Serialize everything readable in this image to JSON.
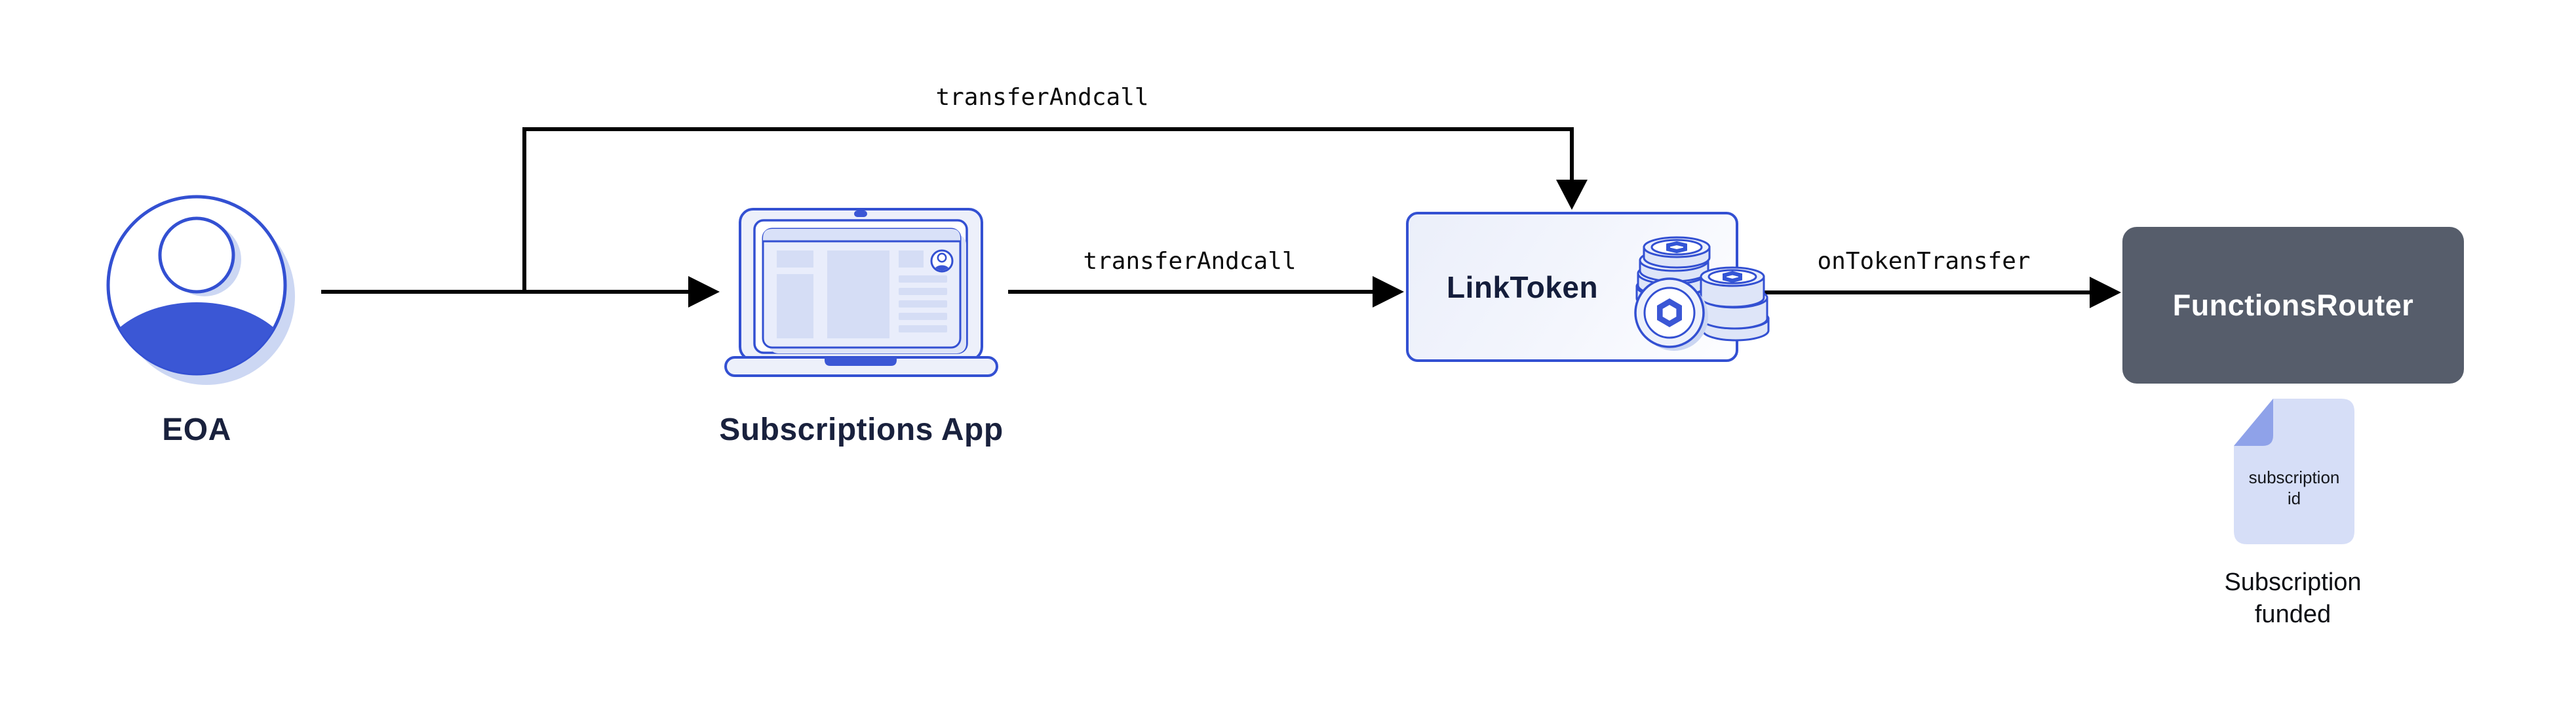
{
  "diagram": {
    "nodes": {
      "eoa": {
        "label": "EOA"
      },
      "subscriptions_app": {
        "label": "Subscriptions App"
      },
      "link_token": {
        "label": "LinkToken"
      },
      "functions_router": {
        "label": "FunctionsRouter"
      },
      "subscription_document": {
        "line1": "subscription",
        "line2": "id",
        "caption_line1": "Subscription",
        "caption_line2": "funded"
      }
    },
    "edges": {
      "eoa_to_link_token": {
        "label": "transferAndcall"
      },
      "app_to_link_token": {
        "label": "transferAndcall"
      },
      "link_token_to_functions_router": {
        "label": "onTokenTransfer"
      }
    },
    "colors": {
      "outline_blue": "#3350D2",
      "solid_blue": "#3B57D5",
      "navy_text": "#19213D",
      "arrow_black": "#000000",
      "slate_box": "#565D6B",
      "box_fill_light": "#EBEFFA",
      "doc_fill": "#D6DEF7",
      "doc_fold": "#8FA2E9",
      "shadow_lavender": "#CCD7F3",
      "background": "#FFFFFF"
    }
  }
}
